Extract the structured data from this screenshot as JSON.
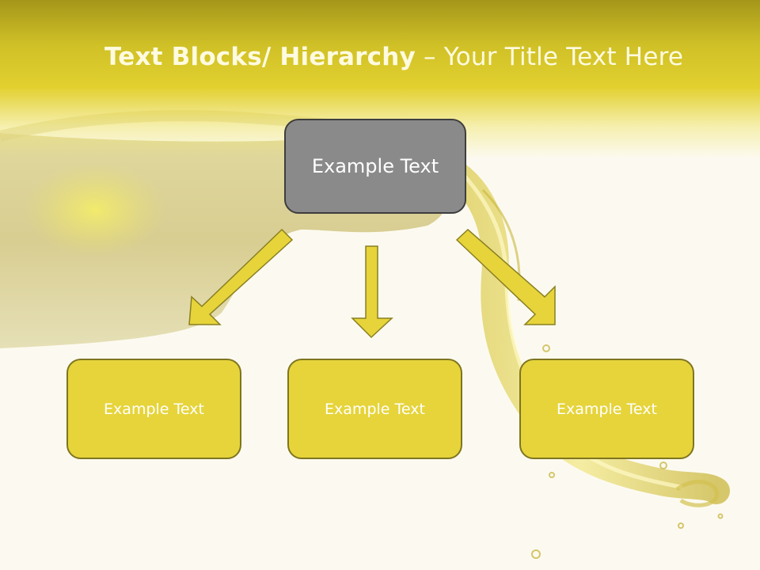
{
  "slide": {
    "title_bold": "Text Blocks/ Hierarchy",
    "title_sep": " – ",
    "title_rest": "Your Title Text Here"
  },
  "diagram": {
    "root": {
      "label": "Example Text"
    },
    "children": [
      {
        "label": "Example Text"
      },
      {
        "label": "Example Text"
      },
      {
        "label": "Example Text"
      }
    ]
  },
  "colors": {
    "header": "#cfc027",
    "root_fill": "#8a8a8a",
    "child_fill": "#e6d43a",
    "arrow_fill": "#e6d43a",
    "arrow_stroke": "#8a7f22"
  }
}
